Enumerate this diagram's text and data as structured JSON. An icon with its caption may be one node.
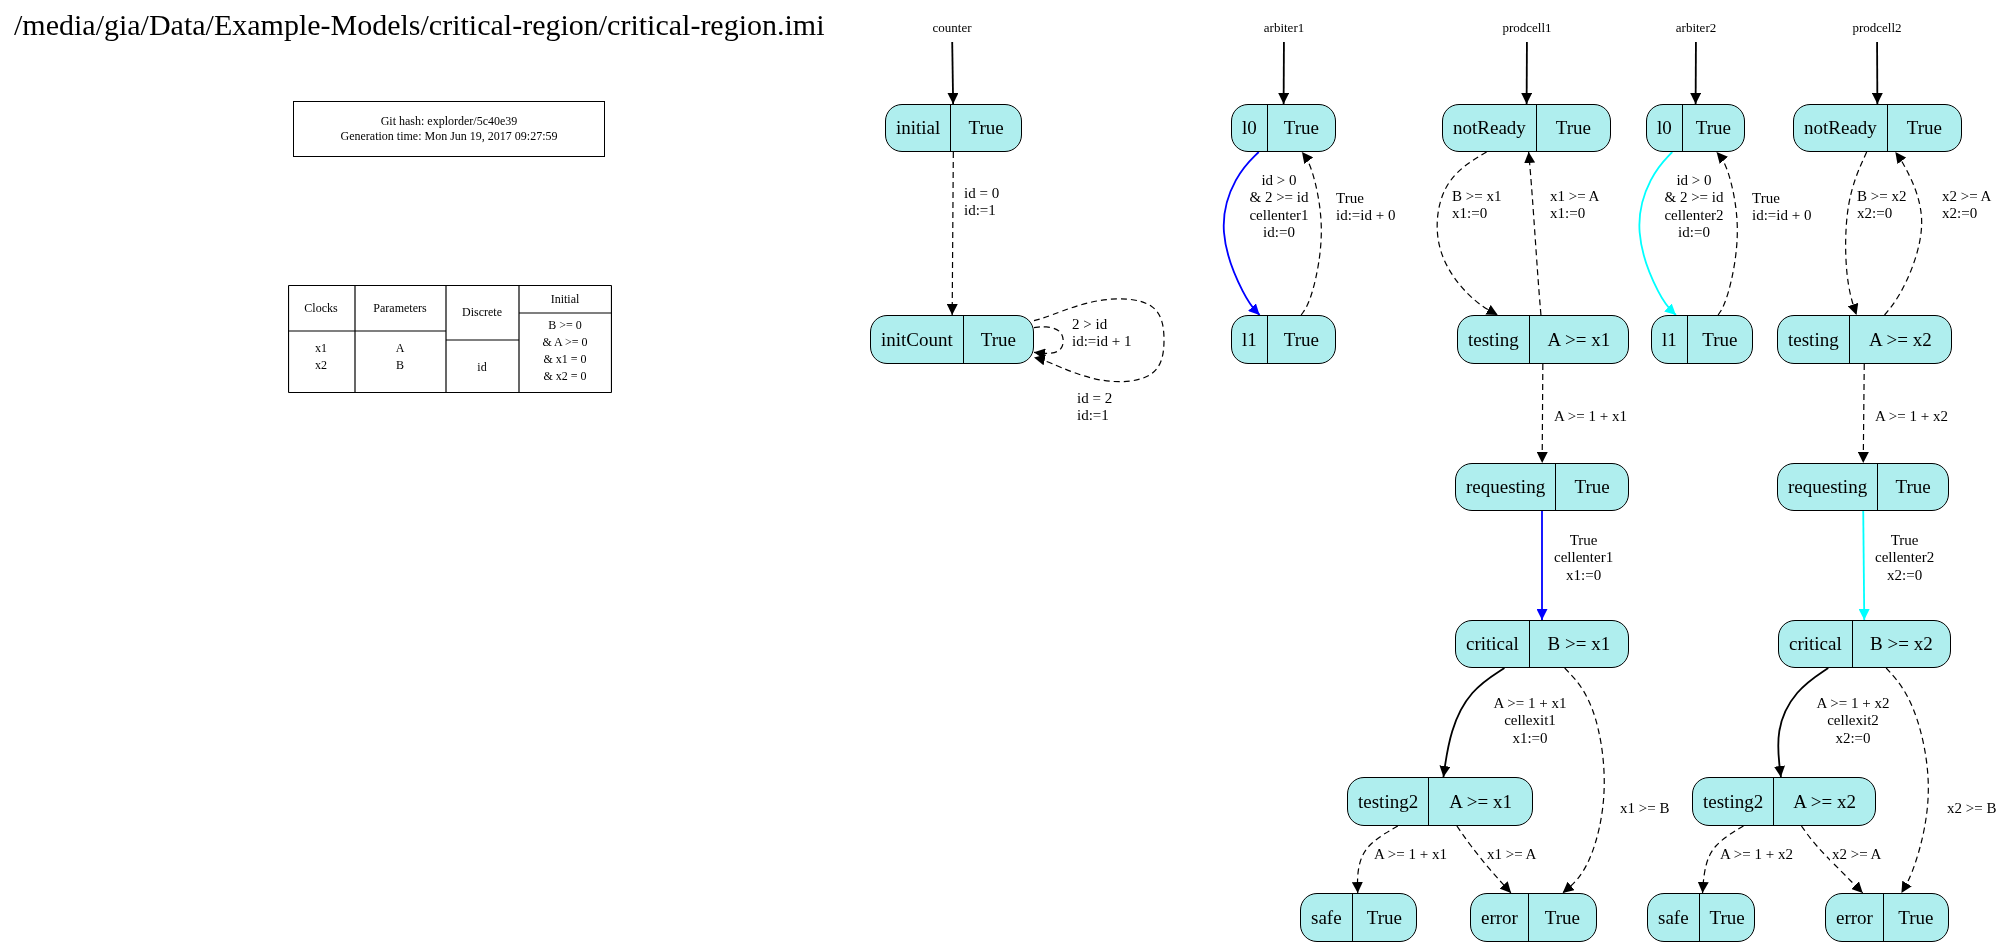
{
  "diagram": {
    "title": "/media/gia/Data/Example-Models/critical-region/critical-region.imi",
    "nodes": [
      {
        "text": [
          "counter"
        ]
      },
      {
        "text": [
          "initial",
          "True"
        ]
      },
      {
        "text": [
          "initCount",
          "True"
        ]
      },
      {
        "text": [
          "arbiter1"
        ]
      },
      {
        "text": [
          "l0",
          "True"
        ]
      },
      {
        "text": [
          "l1",
          "True"
        ]
      },
      {
        "text": [
          "prodcell1"
        ]
      },
      {
        "text": [
          "notReady",
          "True"
        ]
      },
      {
        "text": [
          "testing",
          "A >= x1"
        ]
      },
      {
        "text": [
          "requesting",
          "True"
        ]
      },
      {
        "text": [
          "critical",
          "B >= x1"
        ]
      },
      {
        "text": [
          "testing2",
          "A >= x1"
        ]
      },
      {
        "text": [
          "safe",
          "True"
        ]
      },
      {
        "text": [
          "error",
          "True"
        ]
      },
      {
        "text": [
          "arbiter2"
        ]
      },
      {
        "text": [
          "l0",
          "True"
        ]
      },
      {
        "text": [
          "l1",
          "True"
        ]
      },
      {
        "text": [
          "prodcell2"
        ]
      },
      {
        "text": [
          "notReady",
          "True"
        ]
      },
      {
        "text": [
          "testing",
          "A >= x2"
        ]
      },
      {
        "text": [
          "requesting",
          "True"
        ]
      },
      {
        "text": [
          "critical",
          "B >= x2"
        ]
      },
      {
        "text": [
          "testing2",
          "A >= x2"
        ]
      },
      {
        "text": [
          "safe",
          "True"
        ]
      },
      {
        "text": [
          "error",
          "True"
        ]
      },
      {
        "text": [
          "Git hash: explorder/5c40e39",
          "Generation time: Mon Jun 19, 2017 09:27:59"
        ]
      }
    ],
    "edges": [
      {
        "from": 0,
        "to": 1,
        "arrow": "to"
      },
      {
        "from": 1,
        "to": 2,
        "arrow": "to",
        "label": "id = 0 id:=1",
        "style": "dashed"
      },
      {
        "from": 2,
        "to": 2,
        "arrow": "to",
        "label": "2 > id id:=id + 1",
        "style": "dashed"
      },
      {
        "from": 2,
        "to": 2,
        "arrow": "to",
        "label": "id = 2 id:=1",
        "style": "dashed"
      },
      {
        "from": 3,
        "to": 4,
        "arrow": "to"
      },
      {
        "from": 4,
        "to": 5,
        "arrow": "to",
        "label": "id > 0 & 2 >= id cellenter1 id:=0",
        "color": "#0000ff"
      },
      {
        "from": 5,
        "to": 4,
        "arrow": "to",
        "label": "True id:=id + 0",
        "style": "dashed"
      },
      {
        "from": 6,
        "to": 7,
        "arrow": "to"
      },
      {
        "from": 7,
        "to": 8,
        "arrow": "to",
        "label": "B >= x1 x1:=0",
        "style": "dashed"
      },
      {
        "from": 8,
        "to": 7,
        "arrow": "to",
        "label": "x1 >= A x1:=0",
        "style": "dashed"
      },
      {
        "from": 8,
        "to": 9,
        "arrow": "to",
        "label": "A >= 1 + x1",
        "style": "dashed"
      },
      {
        "from": 9,
        "to": 10,
        "arrow": "to",
        "label": "True cellenter1 x1:=0",
        "color": "#0000ff"
      },
      {
        "from": 10,
        "to": 11,
        "arrow": "to",
        "label": "A >= 1 + x1 cellexit1 x1:=0"
      },
      {
        "from": 10,
        "to": 13,
        "arrow": "to",
        "label": "x1 >= B",
        "style": "dashed"
      },
      {
        "from": 11,
        "to": 12,
        "arrow": "to",
        "label": "A >= 1 + x1",
        "style": "dashed"
      },
      {
        "from": 11,
        "to": 13,
        "arrow": "to",
        "label": "x1 >= A",
        "style": "dashed"
      },
      {
        "from": 14,
        "to": 15,
        "arrow": "to"
      },
      {
        "from": 15,
        "to": 16,
        "arrow": "to",
        "label": "id > 0 & 2 >= id cellenter2 id:=0",
        "color": "#00ffff"
      },
      {
        "from": 16,
        "to": 15,
        "arrow": "to",
        "label": "True id:=id + 0",
        "style": "dashed"
      },
      {
        "from": 17,
        "to": 18,
        "arrow": "to"
      },
      {
        "from": 18,
        "to": 19,
        "arrow": "to",
        "label": "B >= x2 x2:=0",
        "style": "dashed"
      },
      {
        "from": 19,
        "to": 18,
        "arrow": "to",
        "label": "x2 >= A x2:=0",
        "style": "dashed"
      },
      {
        "from": 19,
        "to": 20,
        "arrow": "to",
        "label": "A >= 1 + x2",
        "style": "dashed"
      },
      {
        "from": 20,
        "to": 21,
        "arrow": "to",
        "label": "True cellenter2 x2:=0",
        "color": "#00ffff"
      },
      {
        "from": 21,
        "to": 22,
        "arrow": "to",
        "label": "A >= 1 + x2 cellexit2 x2:=0"
      },
      {
        "from": 21,
        "to": 24,
        "arrow": "to",
        "label": "x2 >= B",
        "style": "dashed"
      },
      {
        "from": 22,
        "to": 23,
        "arrow": "to",
        "label": "A >= 1 + x2",
        "style": "dashed"
      },
      {
        "from": 22,
        "to": 24,
        "arrow": "to",
        "label": "x2 >= A",
        "style": "dashed"
      }
    ],
    "labels": [
      "Clocks",
      "Parameters",
      "Discrete",
      "Initial",
      "x1",
      "x2",
      "A",
      "B",
      "id",
      "B >= 0",
      "& A >= 0",
      "& x1 = 0",
      "& x2 = 0"
    ]
  }
}
